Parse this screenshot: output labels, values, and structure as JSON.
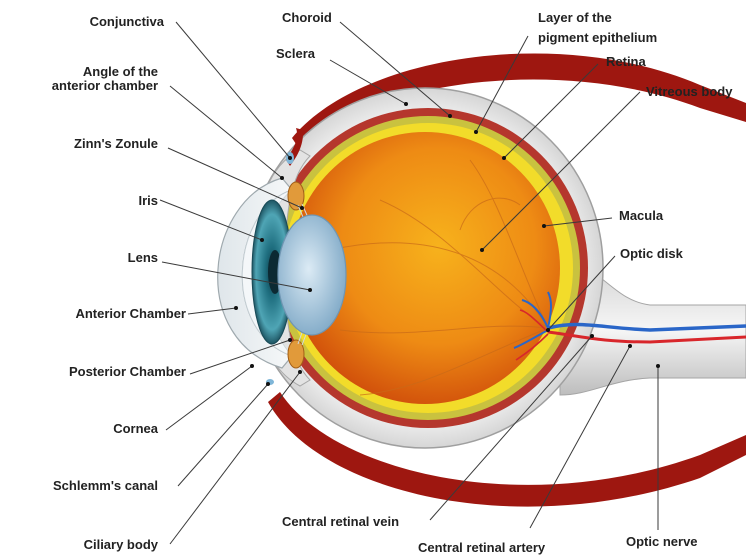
{
  "colors": {
    "sclera": "#e9e9e9",
    "sclera_shadow": "#b9b9b9",
    "choroid": "#b5372d",
    "pigment": "#c9c23f",
    "retina": "#f2dc2a",
    "vitreous_center": "#f3a21a",
    "vitreous_edge": "#d4520c",
    "muscle": "#9e1710",
    "iris": "#2f7f8e",
    "lens": "#a8c8de",
    "vein": "#2a66c8",
    "artery": "#d8262b"
  },
  "labels": {
    "conjunctiva": "Conjunctiva",
    "angle_line1": "Angle of the",
    "angle_line2": "anterior chamber",
    "zinns_zonule": "Zinn's Zonule",
    "iris": "Iris",
    "lens": "Lens",
    "anterior_chamber": "Anterior Chamber",
    "posterior_chamber": "Posterior Chamber",
    "cornea": "Cornea",
    "schlemms_canal": "Schlemm's canal",
    "ciliary_body": "Ciliary body",
    "choroid": "Choroid",
    "sclera": "Sclera",
    "pigment_line1": "Layer of the",
    "pigment_line2": "pigment epithelium",
    "retina": "Retina",
    "vitreous_body": "Vitreous body",
    "macula": "Macula",
    "optic_disk": "Optic disk",
    "central_retinal_vein": "Central retinal vein",
    "central_retinal_artery": "Central retinal artery",
    "optic_nerve": "Optic nerve"
  }
}
